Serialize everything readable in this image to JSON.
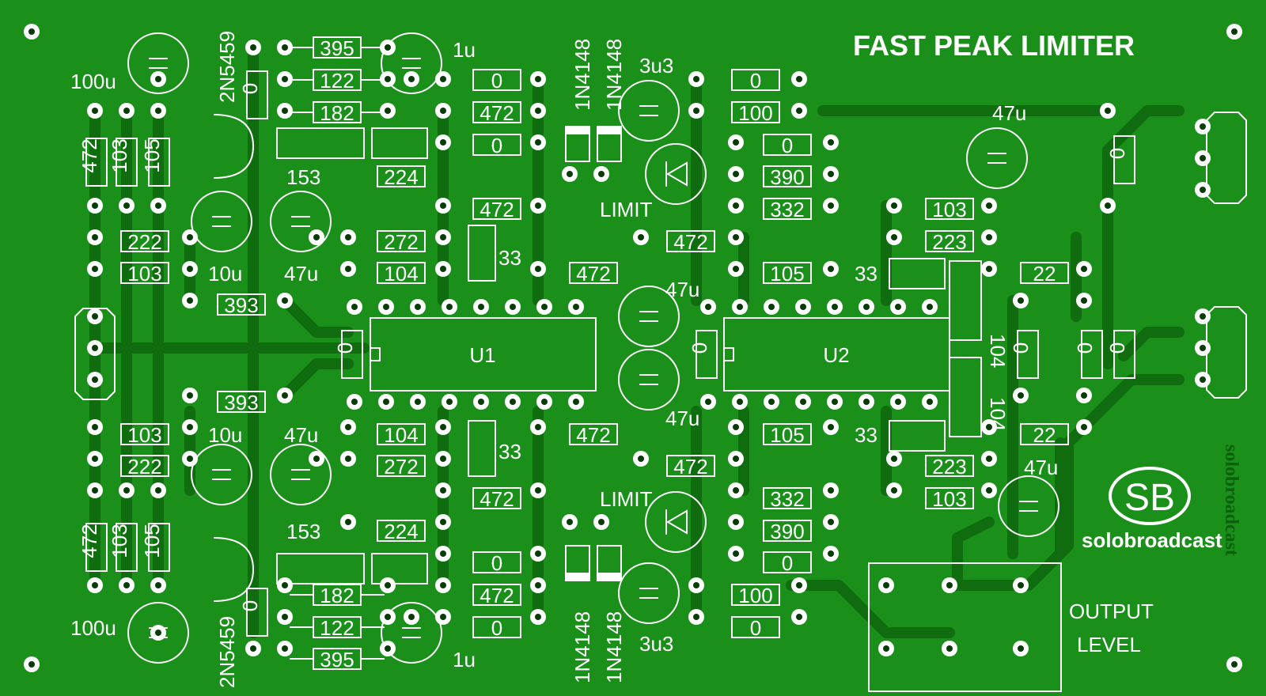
{
  "board": {
    "title": "FAST PEAK LIMITER",
    "brand_logo": "SB",
    "brand_name": "solobroadcast",
    "brand_mirror": "solobroadcast",
    "colors": {
      "board": "#1a8f1a",
      "trace": "#0f6c0f",
      "silk": "#ffffff",
      "hole": "#0a3a0a"
    }
  },
  "labels": {
    "limit_top": "LIMIT",
    "limit_bottom": "LIMIT",
    "u1": "U1",
    "u2": "U2",
    "output_level_1": "OUTPUT",
    "output_level_2": "LEVEL"
  },
  "parts": [
    {
      "v": "395",
      "k": "r"
    },
    {
      "v": "122",
      "k": "r"
    },
    {
      "v": "182",
      "k": "r"
    },
    {
      "v": "0",
      "k": "r"
    },
    {
      "v": "472",
      "k": "r"
    },
    {
      "v": "0",
      "k": "r"
    },
    {
      "v": "0",
      "k": "r"
    },
    {
      "v": "100",
      "k": "r"
    },
    {
      "v": "0",
      "k": "r"
    },
    {
      "v": "390",
      "k": "r"
    },
    {
      "v": "332",
      "k": "r"
    },
    {
      "v": "224",
      "k": "r"
    },
    {
      "v": "472",
      "k": "r"
    },
    {
      "v": "272",
      "k": "r"
    },
    {
      "v": "104",
      "k": "r"
    },
    {
      "v": "222",
      "k": "r"
    },
    {
      "v": "103",
      "k": "r"
    },
    {
      "v": "393",
      "k": "r"
    },
    {
      "v": "472",
      "k": "r"
    },
    {
      "v": "472",
      "k": "r"
    },
    {
      "v": "105",
      "k": "r"
    },
    {
      "v": "103",
      "k": "r"
    },
    {
      "v": "223",
      "k": "r"
    },
    {
      "v": "22",
      "k": "r"
    },
    {
      "v": "393",
      "k": "r"
    },
    {
      "v": "103",
      "k": "r"
    },
    {
      "v": "222",
      "k": "r"
    },
    {
      "v": "104",
      "k": "r"
    },
    {
      "v": "272",
      "k": "r"
    },
    {
      "v": "472",
      "k": "r"
    },
    {
      "v": "472",
      "k": "r"
    },
    {
      "v": "105",
      "k": "r"
    },
    {
      "v": "22",
      "k": "r"
    },
    {
      "v": "223",
      "k": "r"
    },
    {
      "v": "103",
      "k": "r"
    },
    {
      "v": "472",
      "k": "r"
    },
    {
      "v": "332",
      "k": "r"
    },
    {
      "v": "390",
      "k": "r"
    },
    {
      "v": "224",
      "k": "r"
    },
    {
      "v": "0",
      "k": "r"
    },
    {
      "v": "0",
      "k": "r"
    },
    {
      "v": "182",
      "k": "r"
    },
    {
      "v": "472",
      "k": "r"
    },
    {
      "v": "100",
      "k": "r"
    },
    {
      "v": "122",
      "k": "r"
    },
    {
      "v": "0",
      "k": "r"
    },
    {
      "v": "0",
      "k": "r"
    },
    {
      "v": "395",
      "k": "r"
    },
    {
      "v": "472",
      "k": "r"
    },
    {
      "v": "103",
      "k": "r"
    },
    {
      "v": "105",
      "k": "r"
    },
    {
      "v": "472",
      "k": "r"
    },
    {
      "v": "103",
      "k": "r"
    },
    {
      "v": "105",
      "k": "r"
    },
    {
      "v": "0",
      "k": "r"
    },
    {
      "v": "0",
      "k": "r"
    },
    {
      "v": "0",
      "k": "r"
    },
    {
      "v": "0",
      "k": "r"
    },
    {
      "v": "0",
      "k": "r"
    },
    {
      "v": "0",
      "k": "r"
    },
    {
      "v": "0",
      "k": "r"
    },
    {
      "v": "0",
      "k": "r"
    }
  ],
  "caps": [
    "100u",
    "1u",
    "3u3",
    "47u",
    "153",
    "10u",
    "47u",
    "33",
    "47u",
    "47u",
    "33",
    "104",
    "104",
    "33",
    "10u",
    "47u",
    "33",
    "47u",
    "153",
    "1u",
    "3u3",
    "100u"
  ],
  "semis": [
    "2N5459",
    "1N4148",
    "1N4148",
    "1N4148",
    "1N4148",
    "2N5459"
  ]
}
